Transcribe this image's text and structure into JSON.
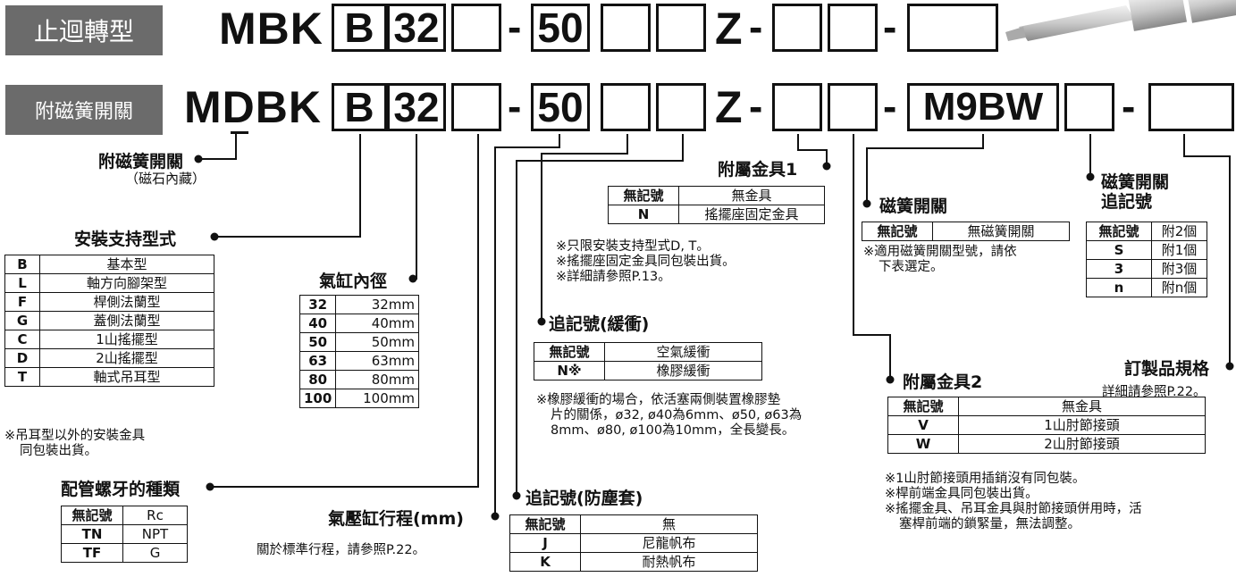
{
  "row1": {
    "tag": "止迴轉型",
    "prefix": "MBK",
    "boxes": [
      "B",
      "32",
      "",
      "50",
      "",
      "",
      "",
      "",
      ""
    ],
    "dash": "-",
    "z": "Z"
  },
  "row2": {
    "tag": "附磁簧開關",
    "prefix": "MDBK",
    "boxes": [
      "B",
      "32",
      "",
      "50",
      "",
      "",
      "",
      "",
      "M9BW",
      "",
      ""
    ],
    "dash": "-",
    "z": "Z"
  },
  "magnetic": {
    "title": "附磁簧開關",
    "sub": "（磁石內藏）"
  },
  "mounting": {
    "title": "安裝支持型式",
    "rows": [
      [
        "B",
        "基本型"
      ],
      [
        "L",
        "軸方向腳架型"
      ],
      [
        "F",
        "桿側法蘭型"
      ],
      [
        "G",
        "蓋側法蘭型"
      ],
      [
        "C",
        "1山搖擺型"
      ],
      [
        "D",
        "2山搖擺型"
      ],
      [
        "T",
        "軸式吊耳型"
      ]
    ],
    "note1": "※吊耳型以外的安裝金具",
    "note2": "同包裝出貨。"
  },
  "bore": {
    "title": "氣缸內徑",
    "rows": [
      [
        "32",
        "32mm"
      ],
      [
        "40",
        "40mm"
      ],
      [
        "50",
        "50mm"
      ],
      [
        "63",
        "63mm"
      ],
      [
        "80",
        "80mm"
      ],
      [
        "100",
        "100mm"
      ]
    ]
  },
  "port": {
    "title": "配管螺牙的種類",
    "rows": [
      [
        "無記號",
        "Rc"
      ],
      [
        "TN",
        "NPT"
      ],
      [
        "TF",
        "G"
      ]
    ]
  },
  "stroke": {
    "title": "氣壓缸行程(mm)",
    "note": "關於標準行程，請參照P.22。"
  },
  "acc1": {
    "title": "附屬金具1",
    "rows": [
      [
        "無記號",
        "無金具"
      ],
      [
        "N",
        "搖擺座固定金具"
      ]
    ],
    "notes": [
      "※只限安裝支持型式D, T。",
      "※搖擺座固定金具同包裝出貨。",
      "※詳細請參照P.13。"
    ]
  },
  "cushion": {
    "title": "追記號(緩衝)",
    "rows": [
      [
        "無記號",
        "空氣緩衝"
      ],
      [
        "N※",
        "橡膠緩衝"
      ]
    ],
    "notes": [
      "※橡膠緩衝的場合，依活塞兩側裝置橡膠墊",
      "片的關係，ø32, ø40為6mm、ø50, ø63為",
      "8mm、ø80, ø100為10mm，全長變長。"
    ]
  },
  "boot": {
    "title": "追記號(防塵套)",
    "rows": [
      [
        "無記號",
        "無"
      ],
      [
        "J",
        "尼龍帆布"
      ],
      [
        "K",
        "耐熱帆布"
      ]
    ]
  },
  "switch": {
    "title": "磁簧開關",
    "rows": [
      [
        "無記號",
        "無磁簧開關"
      ]
    ],
    "notes": [
      "※適用磁簧開關型號，請依",
      "下表選定。"
    ]
  },
  "switchqty": {
    "title1": "磁簧開關",
    "title2": "追記號",
    "rows": [
      [
        "無記號",
        "附2個"
      ],
      [
        "S",
        "附1個"
      ],
      [
        "3",
        "附3個"
      ],
      [
        "n",
        "附n個"
      ]
    ]
  },
  "custom": {
    "title": "訂製品規格",
    "note": "詳細請參照P.22。"
  },
  "acc2": {
    "title": "附屬金具2",
    "rows": [
      [
        "無記號",
        "無金具"
      ],
      [
        "V",
        "1山肘節接頭"
      ],
      [
        "W",
        "2山肘節接頭"
      ]
    ],
    "notes": [
      "※1山肘節接頭用插銷沒有同包裝。",
      "※桿前端金具同包裝出貨。",
      "※搖擺金具、吊耳金具與肘節接頭併用時，活",
      "塞桿前端的鎖緊量，無法調整。"
    ]
  }
}
